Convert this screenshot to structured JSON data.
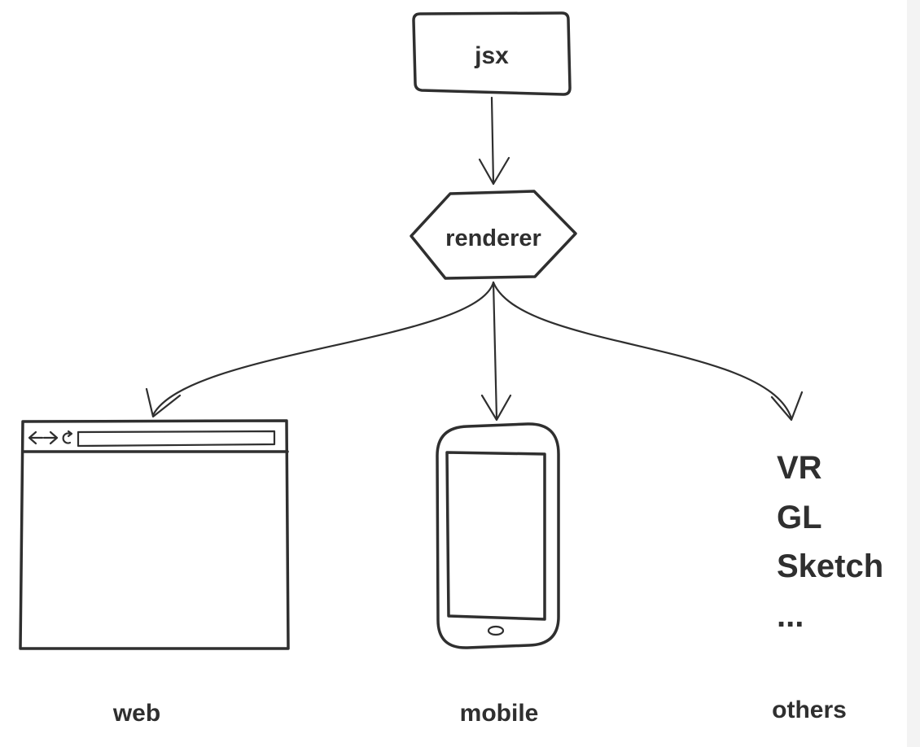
{
  "diagram": {
    "source": {
      "label": "jsx"
    },
    "renderer": {
      "label": "renderer"
    },
    "targets": {
      "web": {
        "label": "web"
      },
      "mobile": {
        "label": "mobile"
      },
      "others": {
        "label": "others",
        "items": [
          "VR",
          "GL",
          "Sketch",
          "..."
        ]
      }
    },
    "colors": {
      "stroke": "#2f2f2f",
      "background": "#ffffff"
    }
  }
}
